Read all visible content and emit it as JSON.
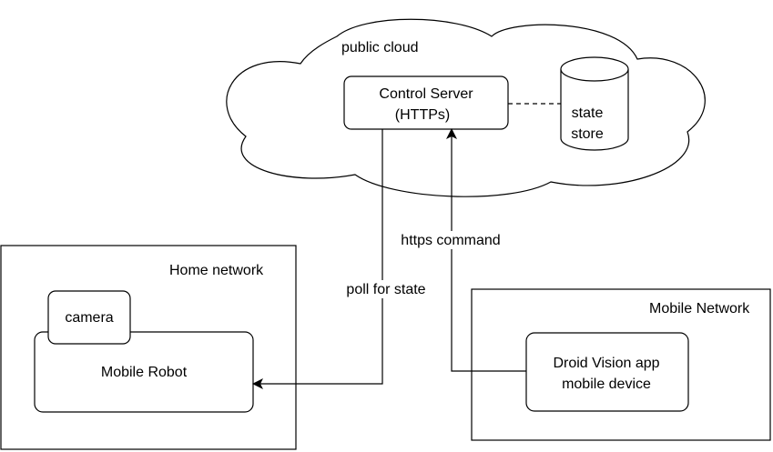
{
  "cloud": {
    "label": "public cloud"
  },
  "control_server": {
    "line1": "Control Server",
    "line2": "(HTTPs)"
  },
  "state_store": {
    "line1": "state",
    "line2": "store"
  },
  "home_network": {
    "label": "Home network"
  },
  "camera": {
    "label": "camera"
  },
  "mobile_robot": {
    "label": "Mobile Robot"
  },
  "mobile_network": {
    "label": "Mobile Network"
  },
  "droid_app": {
    "line1": "Droid Vision app",
    "line2": "mobile device"
  },
  "edges": {
    "poll": {
      "label": "poll for state"
    },
    "command": {
      "label": "https command"
    }
  },
  "colors": {
    "stroke": "#000000",
    "fill": "#ffffff"
  }
}
